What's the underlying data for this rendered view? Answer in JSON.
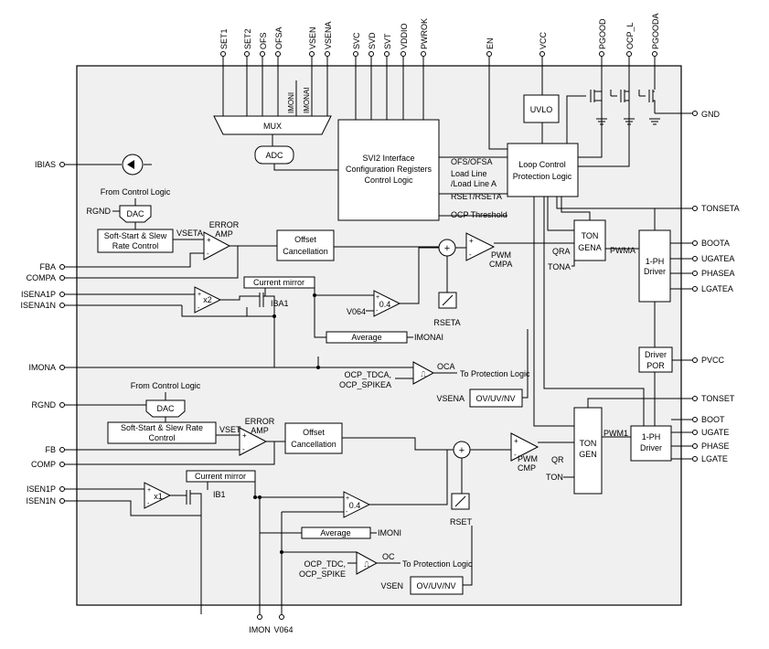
{
  "pins": {
    "top": [
      "SET1",
      "SET2",
      "OFS",
      "OFSA",
      "VSEN",
      "VSENA",
      "SVC",
      "SVD",
      "SVT",
      "VDDIO",
      "PWROK",
      "EN",
      "VCC",
      "PGOOD",
      "OCP_L",
      "PGOODA"
    ],
    "left": [
      "IBIAS",
      "RGND",
      "FBA",
      "COMPA",
      "ISENA1P",
      "ISENA1N",
      "IMONA",
      "RGND",
      "FB",
      "COMP",
      "ISEN1P",
      "ISEN1N"
    ],
    "right": [
      "GND",
      "TONSETA",
      "BOOTA",
      "UGATEA",
      "PHASEA",
      "LGATEA",
      "PVCC",
      "TONSET",
      "BOOT",
      "UGATE",
      "PHASE",
      "LGATE"
    ],
    "bottom": [
      "IMON",
      "V064"
    ]
  },
  "blocks": {
    "mux": "MUX",
    "adc": "ADC",
    "svi2": [
      "SVI2 Interface",
      "Configuration Registers",
      "Control Logic"
    ],
    "svi2_outputs": [
      "OFS/OFSA",
      "Load Line",
      "/Load Line A",
      "RSET/RSETA",
      "OCP Threshold"
    ],
    "mux_inputs": [
      "IMONI",
      "IMONAI"
    ],
    "uvlo": "UVLO",
    "loop_control": [
      "Loop Control",
      "Protection Logic"
    ],
    "from_ctrl_a": "From Control Logic",
    "dac_a": "DAC",
    "softstart_a": [
      "Soft-Start & Slew",
      "Rate Control"
    ],
    "vseta": "VSETA",
    "error_amp_a": [
      "ERROR",
      "AMP"
    ],
    "offset_a": [
      "Offset",
      "Cancellation"
    ],
    "pwm_a": [
      "PWM",
      "CMPA"
    ],
    "ton_gena": [
      "TON",
      "GENA"
    ],
    "qra": "QRA",
    "tona": "TONA",
    "pwma": "PWMA",
    "driver_a": [
      "1-PH",
      "Driver"
    ],
    "current_mirror_a": "Current mirror",
    "iba1": "IBA1",
    "x2": "x2",
    "gain_a": "0.4",
    "v064_a": "V064",
    "rseta": "RSETA",
    "average_a": "Average",
    "imonai": "IMONAI",
    "driver_por": [
      "Driver",
      "POR"
    ],
    "oca": "OCA",
    "ocp_a": [
      "OCP_TDCA,",
      "OCP_SPIKEA"
    ],
    "to_prot_a": "To Protection Logic",
    "vsena_lbl": "VSENA",
    "ovuvnv_a": "OV/UV/NV",
    "from_ctrl": "From Control Logic",
    "dac": "DAC",
    "softstart": [
      "Soft-Start & Slew Rate",
      "Control"
    ],
    "vset": "VSET",
    "error_amp": [
      "ERROR",
      "AMP"
    ],
    "offset": [
      "Offset",
      "Cancellation"
    ],
    "pwm": [
      "PWM",
      "CMP"
    ],
    "ton_gen": [
      "TON",
      "GEN"
    ],
    "qr": "QR",
    "ton": "TON",
    "pwm1": "PWM1",
    "driver": [
      "1-PH",
      "Driver"
    ],
    "current_mirror": "Current mirror",
    "ib1": "IB1",
    "x1": "x1",
    "gain": "0.4",
    "rset": "RSET",
    "average": "Average",
    "imoni": "IMONI",
    "oc": "OC",
    "ocp": [
      "OCP_TDC,",
      "OCP_SPIKE"
    ],
    "to_prot": "To Protection Logic",
    "vsen_lbl": "VSEN",
    "ovuvnv": "OV/UV/NV"
  }
}
